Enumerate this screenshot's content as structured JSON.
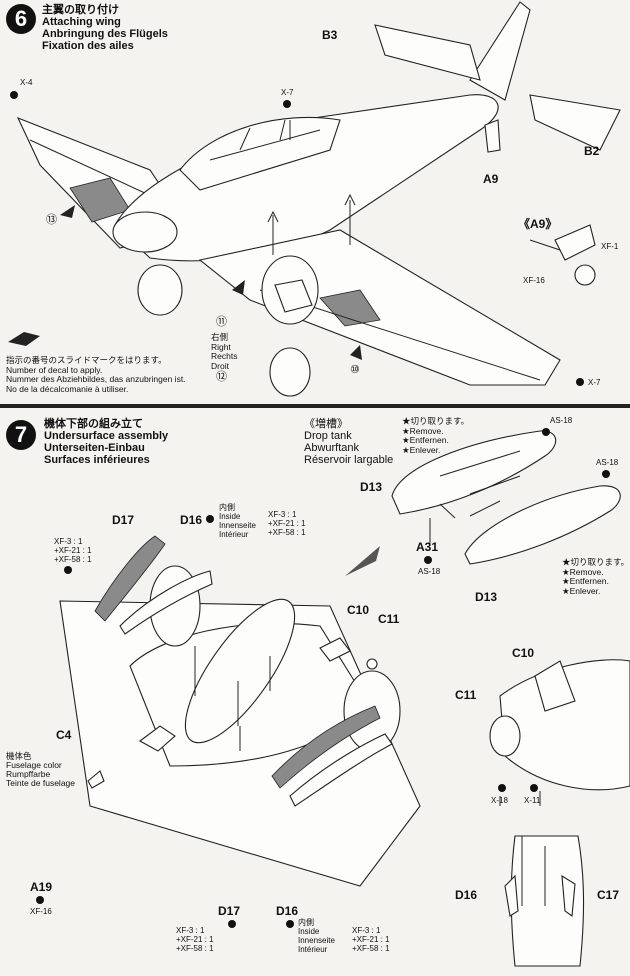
{
  "step6": {
    "number": "6",
    "title_jp": "主翼の取り付け",
    "title_en": "Attaching wing",
    "title_de": "Anbringung des Flügels",
    "title_fr": "Fixation des ailes",
    "parts": {
      "b3": "B3",
      "b2": "B2",
      "a9": "A9",
      "a9_detail": "《A9》",
      "x4": "X-4",
      "x7_top": "X-7",
      "x7_right": "X-7",
      "xf1": "XF-1",
      "xf16": "XF-16"
    },
    "decals": {
      "d13": "⑬",
      "d11": "⑪",
      "d12": "⑫",
      "d10": "⑩"
    },
    "inside_jp": "右側",
    "inside_en": "Right",
    "inside_de": "Rechts",
    "inside_fr": "Droit",
    "decal_note_jp": "指示の番号のスライドマークをはります。",
    "decal_note_en": "Number of decal to apply.",
    "decal_note_de": "Nummer des Abziehbildes, das anzubringen ist.",
    "decal_note_fr": "No de la décalcomanie à utiliser."
  },
  "step7": {
    "number": "7",
    "title_jp": "機体下部の組み立て",
    "title_en": "Undersurface assembly",
    "title_de": "Unterseiten-Einbau",
    "title_fr": "Surfaces inférieures",
    "tank_jp": "《増槽》",
    "tank_en": "Drop tank",
    "tank_de": "Abwurftank",
    "tank_fr": "Réservoir largable",
    "remove_jp": "★切り取ります。",
    "remove_en": "★Remove.",
    "remove_de": "★Entfernen.",
    "remove_fr": "★Enlever.",
    "parts": {
      "as18_a": "AS-18",
      "as18_b": "AS-18",
      "as18_c": "AS-18",
      "d13_a": "D13",
      "d13_b": "D13",
      "a31": "A31",
      "d17_a": "D17",
      "d16_a": "D16",
      "d17_b": "D17",
      "d16_b": "D16",
      "c10_a": "C10",
      "c11_a": "C11",
      "c10_b": "C10",
      "c11_b": "C11",
      "c4": "C4",
      "a19": "A19",
      "xf16": "XF-16",
      "x18": "X-18",
      "x11": "X-11",
      "c17": "C17"
    },
    "inside_jp": "内側",
    "inside_de": "Innenseite",
    "inside_en": "Inside",
    "inside_fr": "Intérieur",
    "mix_a": [
      "XF-3 : 1",
      "+XF-21 : 1",
      "+XF-58 : 1"
    ],
    "mix_b": [
      "XF-3 : 1",
      "+XF-21 : 1",
      "+XF-58 : 1"
    ],
    "mix_c": [
      "XF-3 : 1",
      "+XF-21 : 1",
      "+XF-58 : 1"
    ],
    "mix_d": [
      "XF-3 : 1",
      "+XF-21 : 1",
      "+XF-58 : 1"
    ],
    "color_jp": "機体色",
    "color_en": "Fuselage color",
    "color_de": "Rumpffarbe",
    "color_fr": "Teinte de fuselage"
  }
}
